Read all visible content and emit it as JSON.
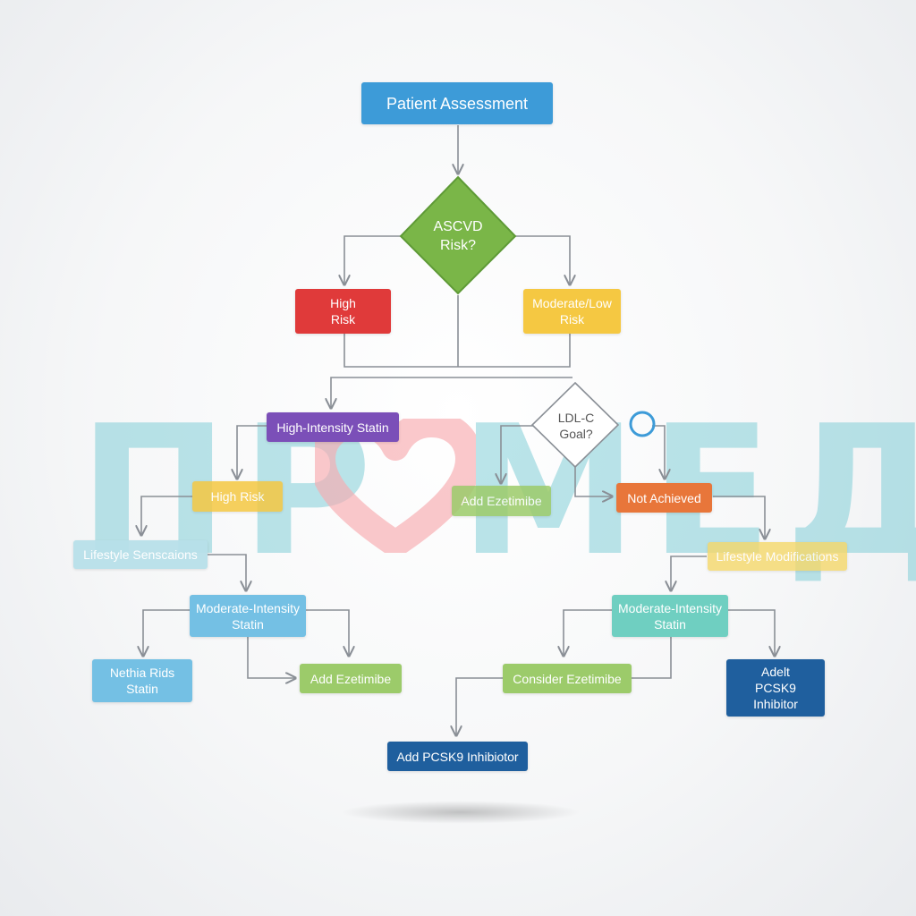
{
  "watermark": {
    "text": "ПР МЕД",
    "color": "#82cdd7"
  },
  "colors": {
    "blue": "#3d9bd8",
    "green": "#7ab648",
    "red": "#e03a3a",
    "yellow": "#f5c842",
    "purple": "#7b4fb8",
    "orange": "#e8763a",
    "teal": "#6fcfc1",
    "light_green": "#9ccb6a",
    "light_blue": "#74c0e4",
    "dark_blue": "#1f5f9e",
    "connector": "#8a8f96"
  },
  "nodes": {
    "patient_assessment": "Patient Assessment",
    "ascvd_risk": "ASCVD\nRisk?",
    "high_risk": "High\nRisk",
    "moderate_low_risk": "Moderate/Low\nRisk",
    "high_intensity_statin": "High-Intensity Statin",
    "ldl_goal": "LDL-C\nGoal?",
    "high_risk_2": "High Risk",
    "add_ezetimibe_1": "Add Ezetimibe",
    "not_achieved": "Not Achieved",
    "lifestyle_senscaions": "Lifestyle Senscaions",
    "lifestyle_modifications": "Lifestyle Modifications",
    "moderate_intensity_statin_left": "Moderate-Intensity\nStatin",
    "moderate_intensity_statin_right": "Moderate-Intensity\nStatin",
    "nethia_rids_statin": "Nethia Rids\nStatin",
    "add_ezetimibe_2": "Add Ezetimibe",
    "consider_ezetimibe": "Consider Ezetimibe",
    "adelt_pcsk9": "Adelt\nPCSK9\nInhibitor",
    "add_pcsk9_inhibitor": "Add PCSK9 Inhibiotor"
  }
}
